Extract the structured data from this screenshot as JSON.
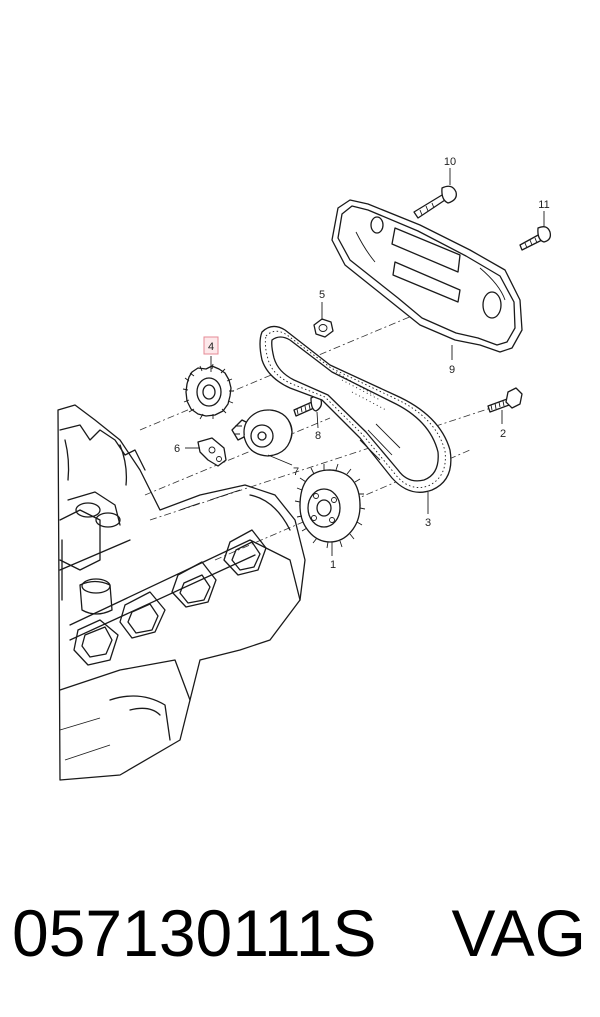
{
  "diagram": {
    "callouts": {
      "c1": "1",
      "c2": "2",
      "c3": "3",
      "c4": "4",
      "c5": "5",
      "c6": "6",
      "c7": "7",
      "c8": "8",
      "c9": "9",
      "c10": "10",
      "c11": "11"
    },
    "highlighted_callout": "4",
    "highlight_color": "#e58a95"
  },
  "caption": {
    "part_number": "057130111S",
    "brand": "VAG"
  }
}
